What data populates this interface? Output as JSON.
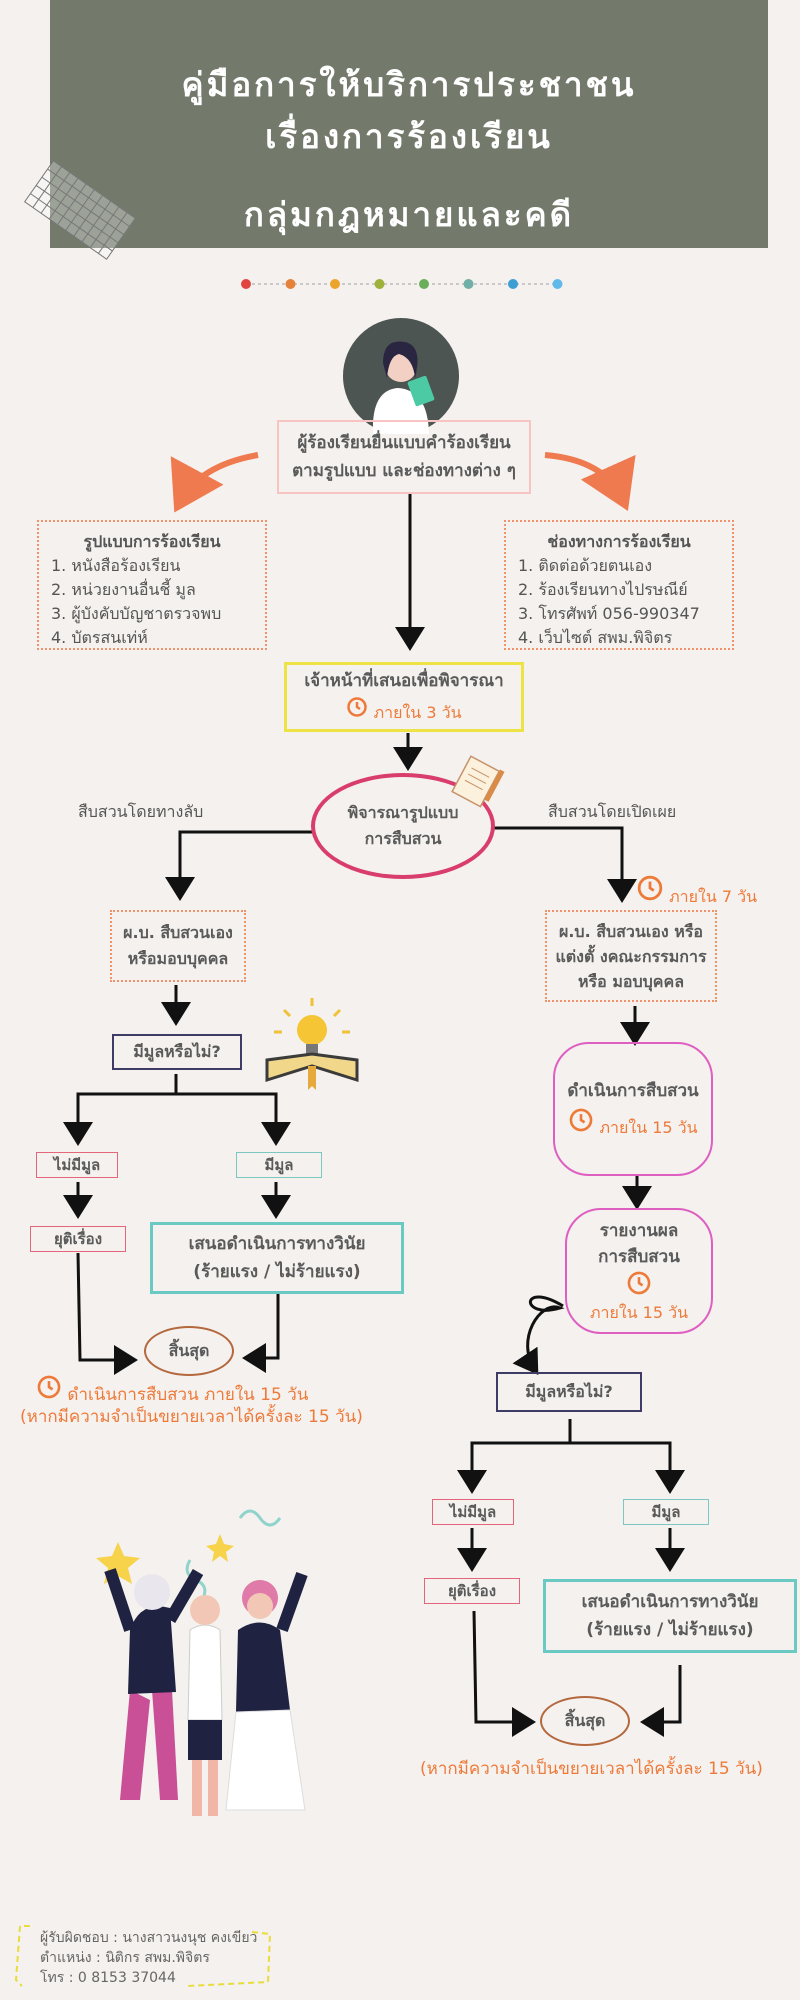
{
  "header": {
    "title_line1": "คู่มือการให้บริการประชาชน",
    "title_line2": "เรื่องการร้องเรียน",
    "subtitle": "กลุ่มกฎหมายและคดี"
  },
  "dots_colors": [
    "#e0453f",
    "#e6813a",
    "#eba52c",
    "#9eb23b",
    "#6aae59",
    "#6fb0a6",
    "#3d9ed3",
    "#61b9ea"
  ],
  "start": {
    "line1": "ผู้ร้องเรียนยื่นแบบคำร้องเรียน",
    "line2": "ตามรูปแบบ และช่องทางต่าง ๆ"
  },
  "formats": {
    "title": "รูปแบบการร้องเรียน",
    "items": [
      "1. หนังสือร้องเรียน",
      "2. หน่วยงานอื่นชี้ มูล",
      "3. ผู้บังคับบัญชาตรวจพบ",
      "4. บัตรสนเท่ห์"
    ]
  },
  "channels": {
    "title": "ช่องทางการร้องเรียน",
    "items": [
      "1. ติดต่อด้วยตนเอง",
      "2. ร้องเรียนทางไปรษณีย์",
      "3. โทรศัพท์ 056-990347",
      "4. เว็บไซต์ สพม.พิจิตร"
    ]
  },
  "officer": {
    "label": "เจ้าหน้าที่เสนอเพื่อพิจารณา",
    "time": "ภายใน 3 วัน"
  },
  "consider": {
    "line1": "พิจารณารูปแบบ",
    "line2": "การสืบสวน"
  },
  "left": {
    "branch_label": "สืบสวนโดยทางลับ",
    "investigator_line1": "ผ.บ. สืบสวนเอง",
    "investigator_line2": "หรือมอบบุคคล",
    "merit_q": "มีมูลหรือไม่?",
    "no_merit": "ไม่มีมูล",
    "has_merit": "มีมูล",
    "stop": "ยุติเรื่อง",
    "discipline_line1": "เสนอดำเนินการทางวินัย",
    "discipline_line2": "(ร้ายแรง / ไม่ร้ายแรง)",
    "end": "สิ้นสุด",
    "note1": "ดำเนินการสืบสวน ภายใน 15 วัน",
    "note2": "(หากมีความจำเป็นขยายเวลาได้ครั้งละ 15 วัน)"
  },
  "right": {
    "branch_label": "สืบสวนโดยเปิดเผย",
    "time7": "ภายใน 7 วัน",
    "investigator_line1": "ผ.บ. สืบสวนเอง หรือ",
    "investigator_line2": "แต่งตั้ งคณะกรรมการ",
    "investigator_line3": "หรือ มอบบุคคล",
    "conduct": "ดำเนินการสืบสวน",
    "conduct_time": "ภายใน 15 วัน",
    "report_line1": "รายงานผล",
    "report_line2": "การสืบสวน",
    "report_time": "ภายใน 15 วัน",
    "merit_q": "มีมูลหรือไม่?",
    "no_merit": "ไม่มีมูล",
    "has_merit": "มีมูล",
    "stop": "ยุติเรื่อง",
    "discipline_line1": "เสนอดำเนินการทางวินัย",
    "discipline_line2": "(ร้ายแรง / ไม่ร้ายแรง)",
    "end": "สิ้นสุด",
    "note": "(หากมีความจำเป็นขยายเวลาได้ครั้งละ 15 วัน)"
  },
  "footer": {
    "line1": "ผู้รับผิดชอบ : นางสาวนงนุช คงเขียว",
    "line2": "ตำแหน่ง : นิติกร สพม.พิจิตร",
    "line3": "โทร : 0 8153 37044"
  }
}
